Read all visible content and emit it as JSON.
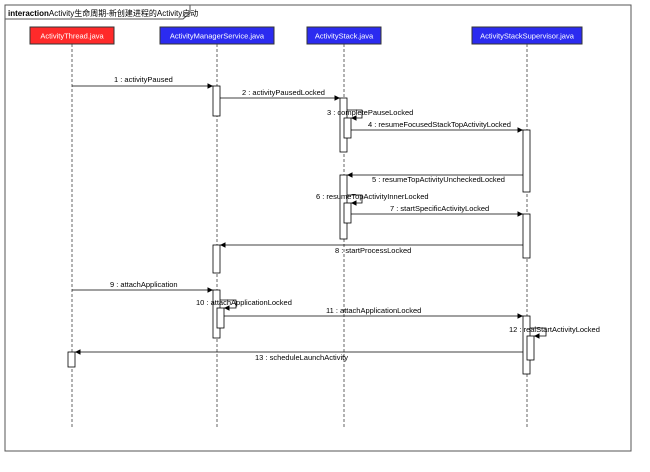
{
  "frame": {
    "keyword": "interaction",
    "title": "Activity生命周期-新创建进程的Activity启动"
  },
  "colors": {
    "thread_fill": "#ff2a2a",
    "blue_fill": "#2b2bf0",
    "line": "#000000"
  },
  "participants": [
    {
      "name": "ActivityThread.java",
      "fill": "#ff2a2a"
    },
    {
      "name": "ActivityManagerService.java",
      "fill": "#2b2bf0"
    },
    {
      "name": "ActivityStack.java",
      "fill": "#2b2bf0"
    },
    {
      "name": "ActivityStackSupervisor.java",
      "fill": "#2b2bf0"
    }
  ],
  "messages": [
    {
      "label": "1 : activityPaused"
    },
    {
      "label": "2 : activityPausedLocked"
    },
    {
      "label": "3 : completePauseLocked"
    },
    {
      "label": "4 : resumeFocusedStackTopActivityLocked"
    },
    {
      "label": "5 : resumeTopActivityUncheckedLocked"
    },
    {
      "label": "6 : resumeTopActivityInnerLocked"
    },
    {
      "label": "7 : startSpecificActivityLocked"
    },
    {
      "label": "8 : startProcessLocked"
    },
    {
      "label": "9 : attachApplication"
    },
    {
      "label": "10 : attachApplicationLocked"
    },
    {
      "label": "11 : attachApplicationLocked"
    },
    {
      "label": "12 : realStartActivityLocked"
    },
    {
      "label": "13 : scheduleLaunchActivity"
    }
  ]
}
